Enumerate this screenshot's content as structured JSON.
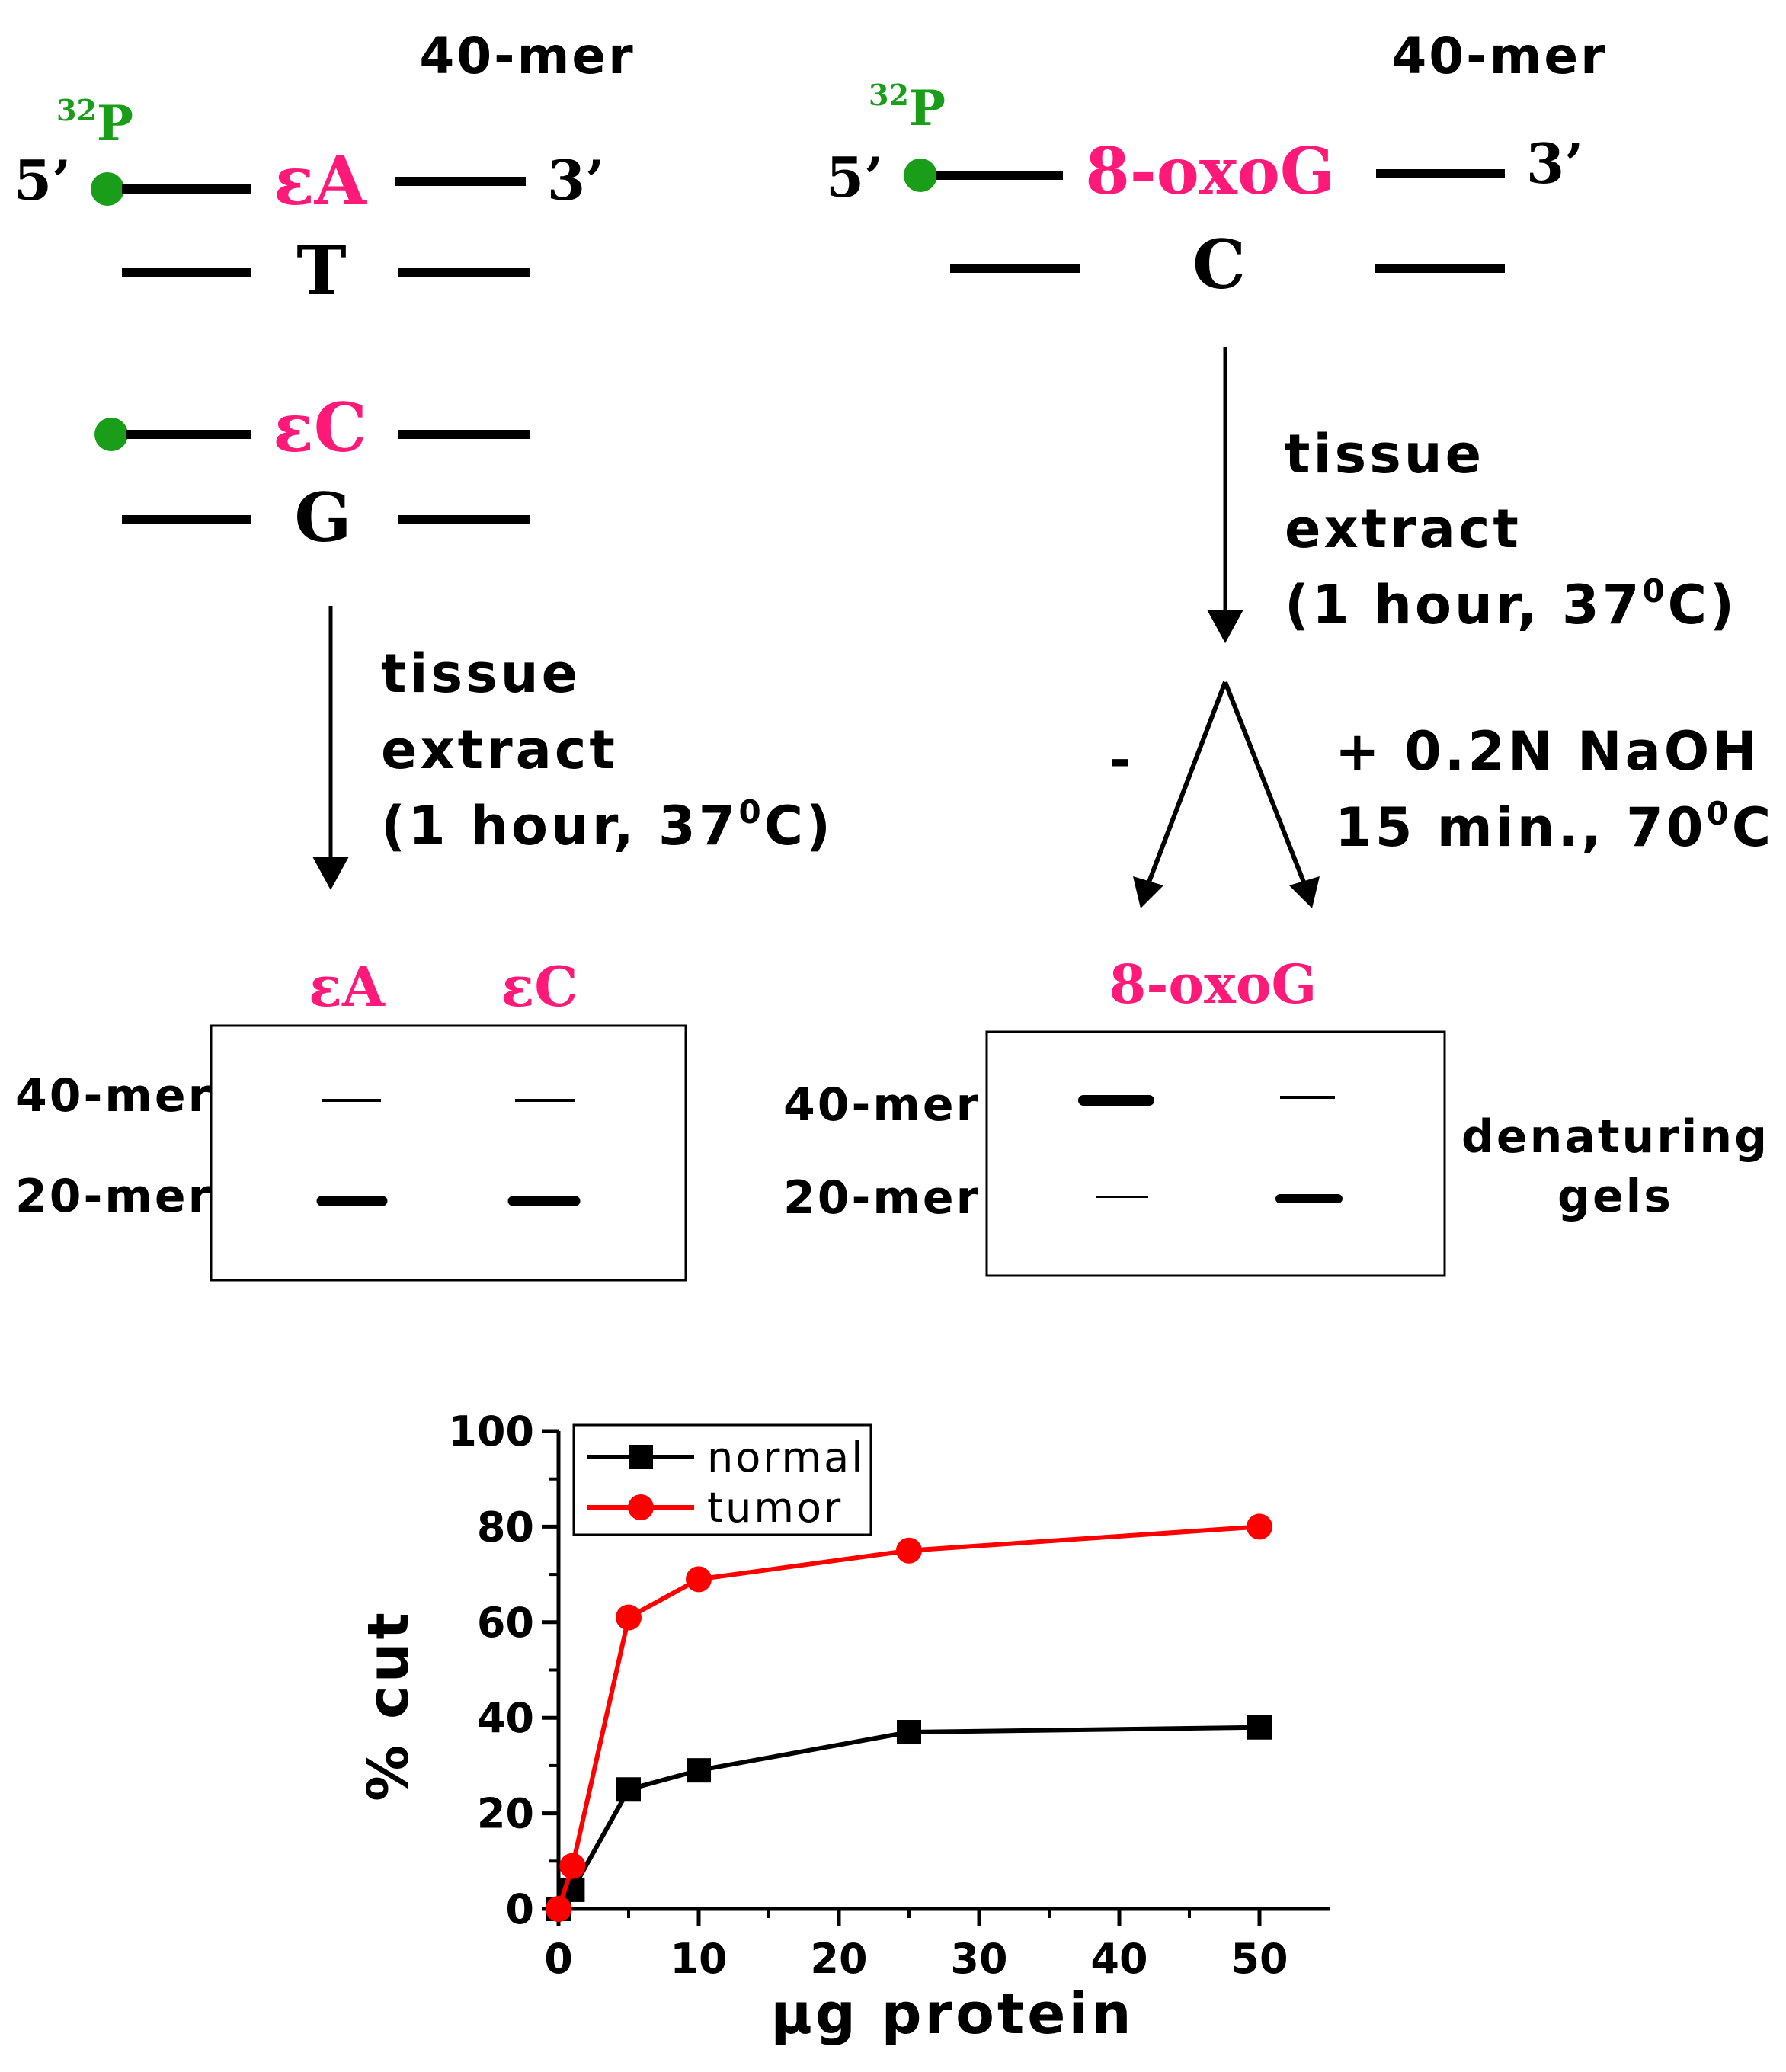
{
  "colors": {
    "ink": "#000000",
    "adduct": "#ff1a7a",
    "label": "#1a9e1a",
    "normal": "#000000",
    "tumor": "#ff0000"
  },
  "left_panel": {
    "header": "40-mer",
    "label_mass": "32",
    "label_elem": "P",
    "five_prime": "5’",
    "three_prime": "3’",
    "duplex1_top": "εA",
    "duplex1_bottom": "T",
    "duplex2_top": "εC",
    "duplex2_bottom": "G",
    "arrow_lines": [
      "tissue",
      "extract",
      "(1 hour, 37"
    ],
    "temp_sup": "0",
    "temp_unit": "C)",
    "gel_lanes": [
      "εA",
      "εC"
    ],
    "gel_rows": [
      "40-mer",
      "20-mer"
    ]
  },
  "right_panel": {
    "header": "40-mer",
    "label_mass": "32",
    "label_elem": "P",
    "five_prime": "5’",
    "three_prime": "3’",
    "duplex_top": "8-oxoG",
    "duplex_bottom": "C",
    "arrow_lines": [
      "tissue",
      "extract",
      "(1 hour, 37"
    ],
    "temp_sup": "0",
    "temp_unit": "C)",
    "minus": "-",
    "naoh_line1": "+ 0.2N NaOH",
    "naoh_line2": "15 min., 70",
    "naoh_sup": "0",
    "naoh_unit": "C",
    "gel_lane": "8-oxoG",
    "gel_rows": [
      "40-mer",
      "20-mer"
    ],
    "gel_note": [
      "denaturing",
      "gels"
    ]
  },
  "chart_data": {
    "type": "line",
    "xlabel": "μg protein",
    "ylabel": "% cut",
    "xlim": [
      0,
      55
    ],
    "ylim": [
      0,
      100
    ],
    "xticks": [
      0,
      10,
      20,
      30,
      40,
      50
    ],
    "yticks": [
      0,
      20,
      40,
      60,
      80,
      100
    ],
    "legend_position": "top-left",
    "grid": false,
    "series": [
      {
        "name": "normal",
        "marker": "square",
        "color": "#000000",
        "x": [
          0,
          1,
          5,
          10,
          25,
          50
        ],
        "y": [
          0,
          4,
          25,
          29,
          37,
          38
        ]
      },
      {
        "name": "tumor",
        "marker": "circle",
        "color": "#ff0000",
        "x": [
          0,
          1,
          5,
          10,
          25,
          50
        ],
        "y": [
          0,
          9,
          61,
          69,
          75,
          80
        ]
      }
    ]
  }
}
